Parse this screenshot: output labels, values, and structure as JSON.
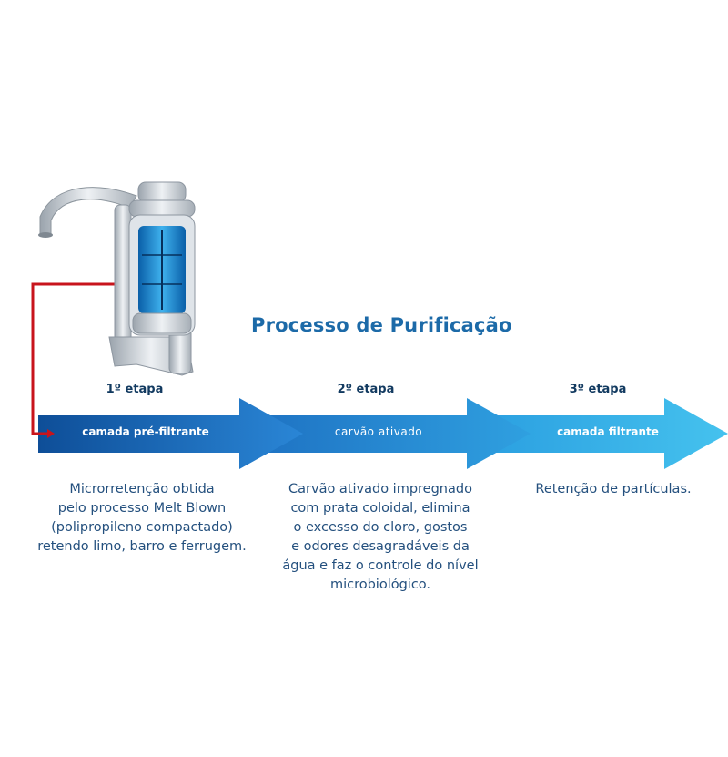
{
  "title": "Processo de Purificação",
  "stages": [
    {
      "label": "1º etapa",
      "arrow_text": "camada pré-filtrante",
      "description": [
        "Microrretenção obtida",
        "pelo processo Melt Blown",
        "(polipropileno compactado)",
        "retendo limo, barro e ferrugem."
      ]
    },
    {
      "label": "2º etapa",
      "arrow_text": "carvão ativado",
      "description": [
        "Carvão ativado impregnado",
        "com prata coloidal, elimina",
        "o excesso do cloro, gostos",
        "e odores desagradáveis da",
        "água e faz o controle do nível",
        "microbiológico."
      ]
    },
    {
      "label": "3º etapa",
      "arrow_text": "camada filtrante",
      "description": [
        "Retenção de partículas."
      ]
    }
  ],
  "colors": {
    "title": "#1c6aa8",
    "arrow_dark": "#1460a8",
    "arrow_mid": "#2c8fd8",
    "arrow_light": "#3ab8ea",
    "connector": "#c8141c"
  },
  "icons": [
    "faucet-filter-icon"
  ]
}
